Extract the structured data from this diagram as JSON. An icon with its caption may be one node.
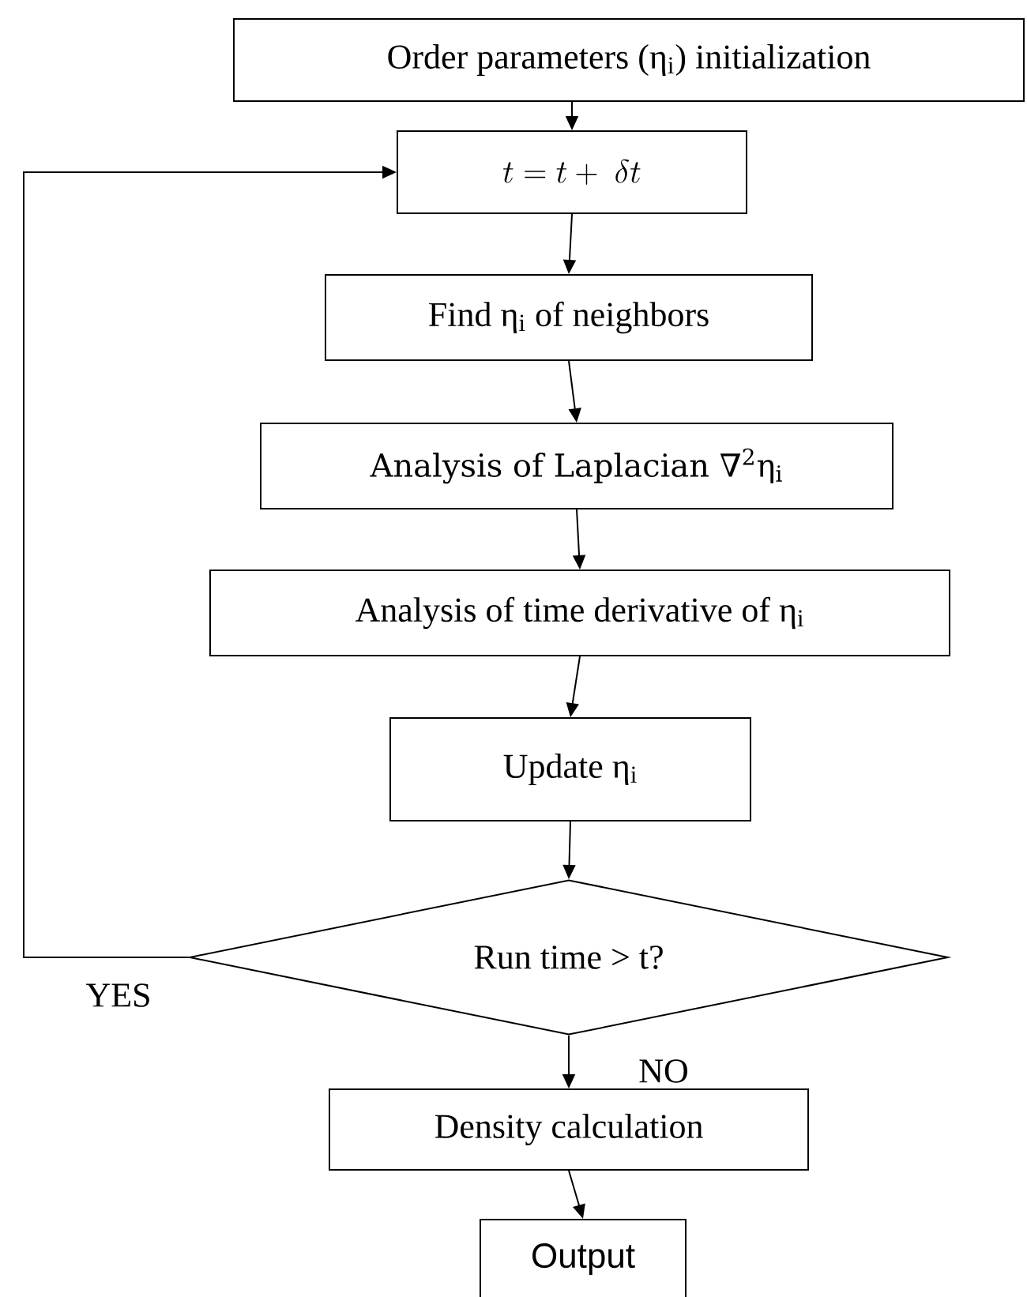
{
  "diagram": {
    "nodes": [
      {
        "text": [
          "Order parameters (η$_{i}$) initialization"
        ]
      },
      {
        "text": [
          "t = t +\\ \\delta t"
        ]
      },
      {
        "text": [
          "Find η$_{i}$ of neighbors"
        ]
      },
      {
        "text": [
          "Analysis of Laplacian ∇$^{2}$η$_{i}$"
        ]
      },
      {
        "text": [
          "Analysis of time derivative of η$_{i}$"
        ]
      },
      {
        "text": [
          "Update η$_{i}$"
        ]
      },
      {
        "text": [
          "Run time > t?"
        ]
      },
      {
        "text": [
          "Density calculation"
        ]
      },
      {
        "text": [
          "Output"
        ]
      }
    ],
    "edges": [
      {
        "from": 0,
        "to": 1,
        "arrow": "to"
      },
      {
        "from": 1,
        "to": 2,
        "arrow": "to"
      },
      {
        "from": 2,
        "to": 3,
        "arrow": "to"
      },
      {
        "from": 3,
        "to": 4,
        "arrow": "to"
      },
      {
        "from": 4,
        "to": 5,
        "arrow": "to"
      },
      {
        "from": 5,
        "to": 6,
        "arrow": "to"
      },
      {
        "from": 6,
        "to": 1,
        "label": "YES",
        "arrow": "to"
      },
      {
        "from": 6,
        "to": 7,
        "label": "NO",
        "arrow": "to"
      },
      {
        "from": 7,
        "to": 8,
        "arrow": "to"
      }
    ]
  }
}
